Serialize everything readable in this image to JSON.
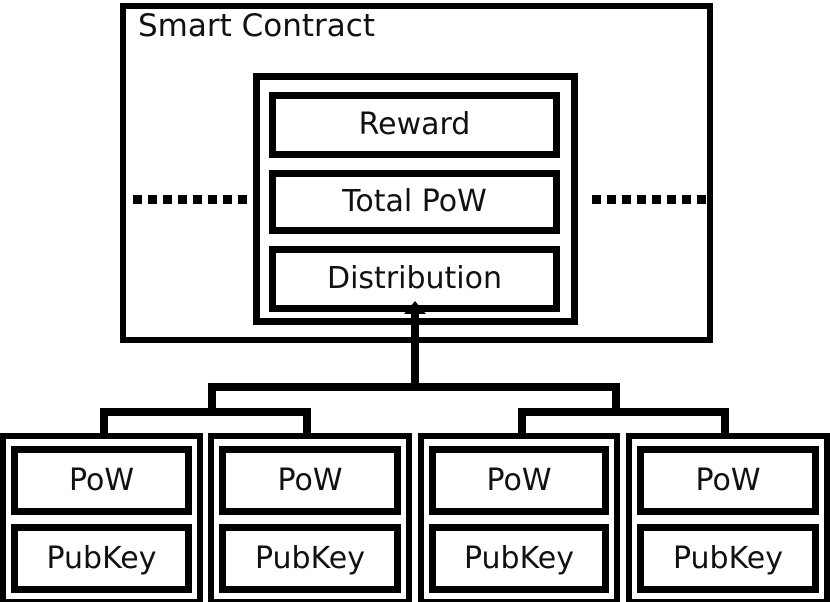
{
  "diagram": {
    "title": "Smart Contract",
    "contract_fields": [
      {
        "label": "Reward"
      },
      {
        "label": "Total PoW"
      },
      {
        "label": "Distribution"
      }
    ],
    "dotted_connectors": {
      "left_dot_count": 8,
      "right_dot_count": 8
    },
    "arrow": {
      "direction": "up",
      "from": "miner-aggregation-tree",
      "to": "Distribution"
    },
    "tree": {
      "levels": 2,
      "leaf_count": 4
    },
    "leaves": [
      {
        "pow_label": "PoW",
        "pubkey_label": "PubKey"
      },
      {
        "pow_label": "PoW",
        "pubkey_label": "PubKey"
      },
      {
        "pow_label": "PoW",
        "pubkey_label": "PubKey"
      },
      {
        "pow_label": "PoW",
        "pubkey_label": "PubKey"
      }
    ],
    "colors": {
      "stroke": "#000000",
      "background": "#ffffff",
      "text": "#111111"
    }
  }
}
